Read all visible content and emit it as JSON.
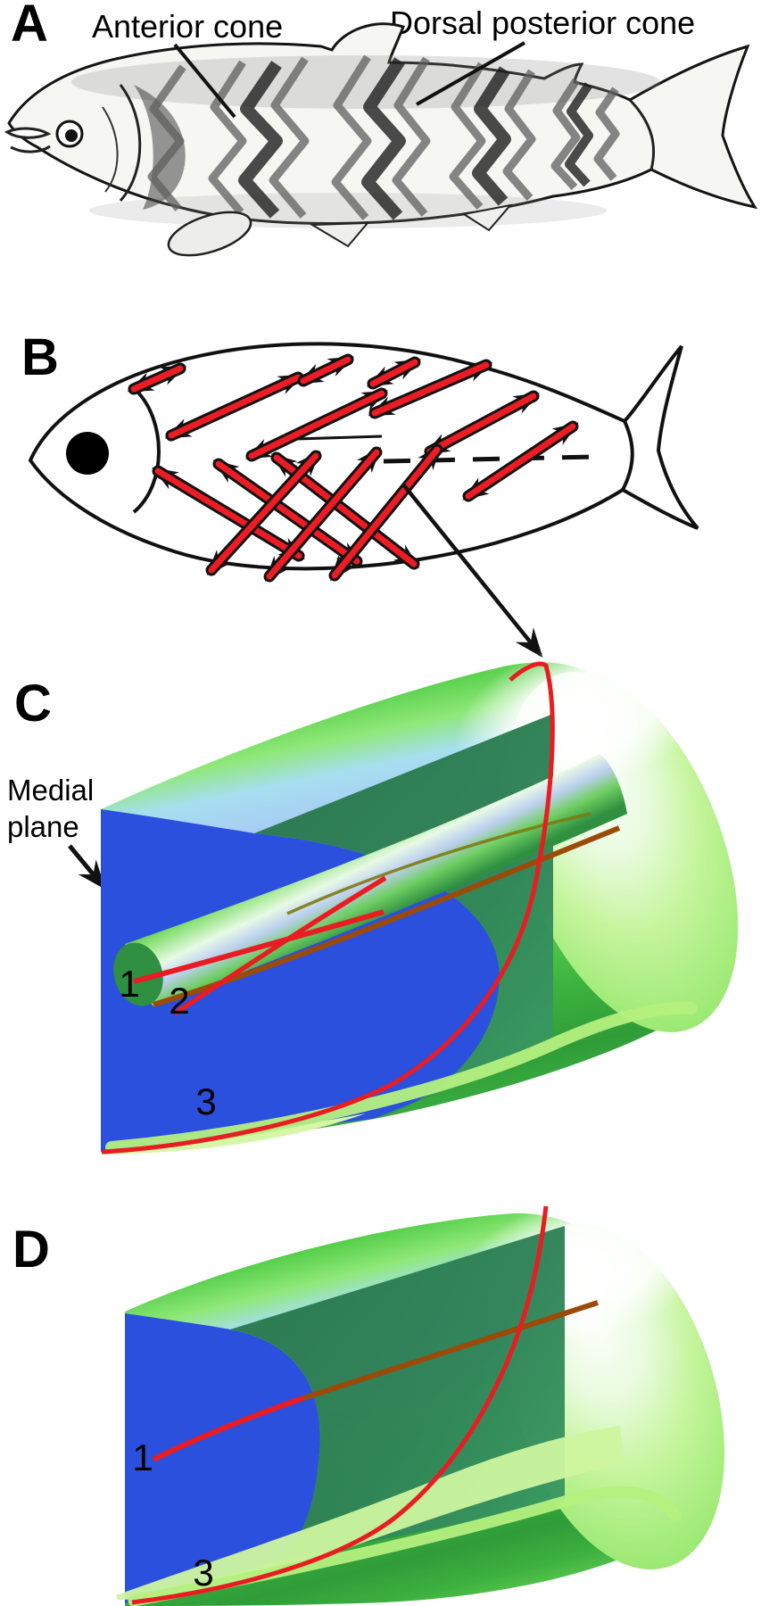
{
  "figure_title": "Fish myomere and muscle-fiber trajectory diagram",
  "panelA": {
    "label": "A",
    "anterior_cone": "Anterior cone",
    "dorsal_posterior_cone": "Dorsal posterior cone"
  },
  "panelB": {
    "label": "B"
  },
  "panelC": {
    "label": "C",
    "medial_line1": "Medial",
    "medial_line2": "plane",
    "t1": "1",
    "t2": "2",
    "t3": "3"
  },
  "panelD": {
    "label": "D",
    "t1": "1",
    "t3": "3"
  },
  "colors": {
    "fiber_red": "#e81c22",
    "occluded_fiber_brown": "#9c4a08",
    "occluded_fiber_olive": "#7d7a10",
    "medial_plane_blue": "#2b50dd",
    "muscle_green": "#57cf4b",
    "cut_window_green": "#2f8357",
    "end_cap_green": "#a5ec7c",
    "stripe_light_blue": "#a9c9f4",
    "bottom_rim_green": "#b4f07e",
    "band_red": "#ec1c24",
    "ink_black": "#111111"
  }
}
